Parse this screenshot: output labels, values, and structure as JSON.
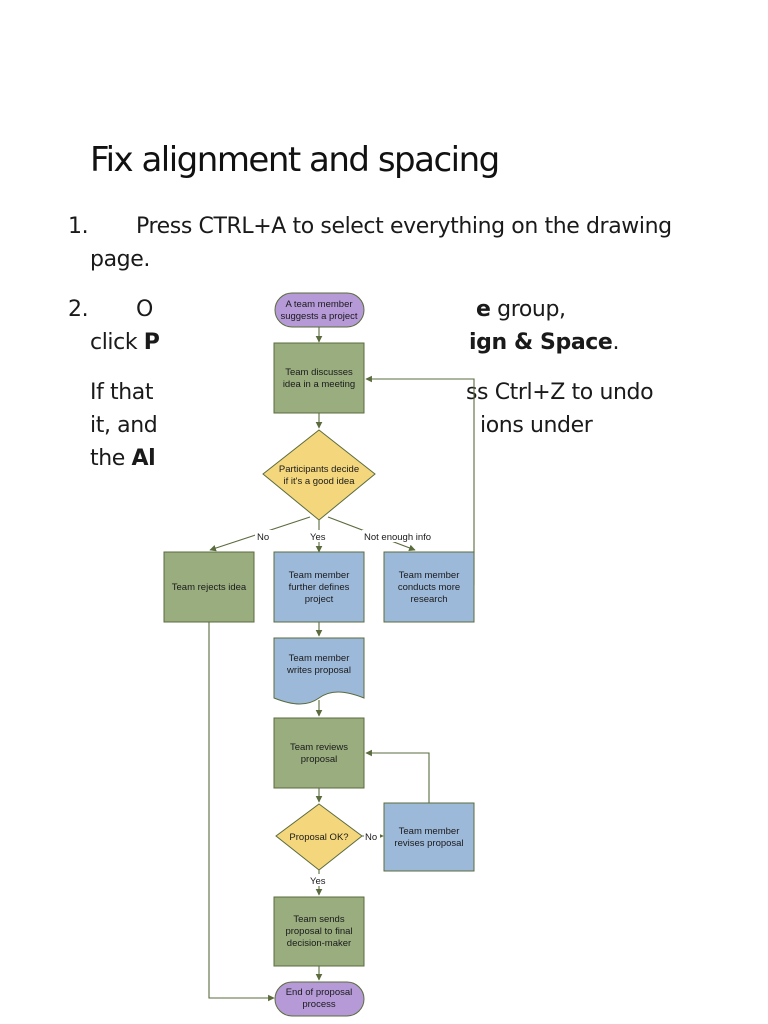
{
  "page": {
    "title": "Fix alignment and spacing",
    "steps": [
      {
        "number": "1.",
        "line1": "Press CTRL+A to select everything on the drawing",
        "line2": "page."
      },
      {
        "number": "2.",
        "line1_start": "O",
        "line1_end_bold": "e",
        "line1_end": " group,",
        "line2_start": "click ",
        "line2_bold_start": "P",
        "line2_bold_end": "ign & Space",
        "line2_end": "."
      }
    ],
    "note": {
      "line1_start": "If that",
      "line1_end": "ss Ctrl+Z to undo",
      "line2_start": "it, and",
      "line2_end": "ions under",
      "line3_start": "the ",
      "line3_bold": "Al"
    }
  },
  "flowchart": {
    "colors": {
      "process": "#9aad7f",
      "alt_process": "#9db9d9",
      "decision": "#f4d77d",
      "terminator": "#b69ad8",
      "connector": "#5a6b3d"
    },
    "start": [
      "A team member",
      "suggests a project"
    ],
    "discuss": [
      "Team discusses",
      "idea in a meeting"
    ],
    "decide": [
      "Participants decide",
      "if it's a good idea"
    ],
    "rejects": [
      "Team rejects idea"
    ],
    "defines": [
      "Team member",
      "further defines",
      "project"
    ],
    "research": [
      "Team member",
      "conducts more",
      "research"
    ],
    "writes": [
      "Team member",
      "writes proposal"
    ],
    "reviews": [
      "Team reviews",
      "proposal"
    ],
    "ok": [
      "Proposal OK?"
    ],
    "revises": [
      "Team member",
      "revises proposal"
    ],
    "sends": [
      "Team sends",
      "proposal to final",
      "decision-maker"
    ],
    "end": [
      "End of proposal",
      "process"
    ],
    "labels": {
      "no": "No",
      "yes": "Yes",
      "not_enough": "Not enough info",
      "no2": "No",
      "yes2": "Yes"
    }
  }
}
